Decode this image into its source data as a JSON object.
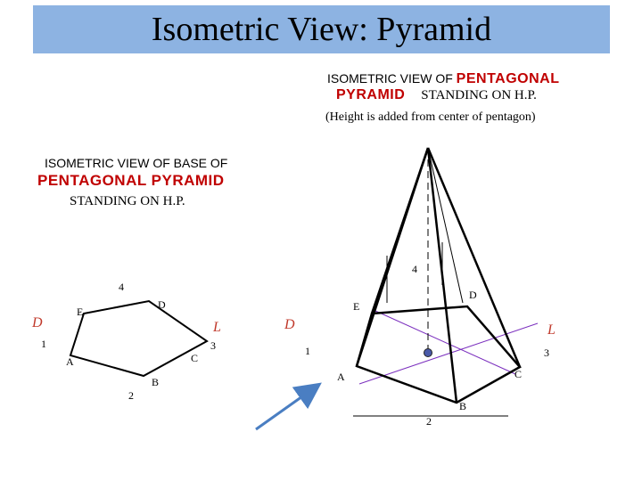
{
  "title": "Isometric View: Pyramid",
  "right_heading": {
    "line1_prefix": "ISOMETRIC VIEW OF",
    "line1_emph": "PENTAGONAL",
    "line2_emph": "PYRAMID",
    "line2_suffix": "STANDING ON H.P.",
    "line3": "(Height is added from center of pentagon)"
  },
  "left_heading": {
    "line1": "ISOMETRIC VIEW OF BASE OF",
    "line2": "PENTAGONAL PYRAMID",
    "line3": "STANDING ON H.P."
  },
  "left_figure_labels": {
    "n4": "4",
    "D": "D",
    "E": "E",
    "d_red": "D",
    "l_red": "L",
    "n1": "1",
    "n3": "3",
    "A": "A",
    "C": "C",
    "n2": "2",
    "B": "B"
  },
  "right_figure_labels": {
    "n4": "4",
    "D": "D",
    "E": "E",
    "d_red": "D",
    "l_red": "L",
    "n1": "1",
    "n3": "3",
    "A": "A",
    "C": "C",
    "n2": "2",
    "B": "B"
  },
  "colors": {
    "title_bar": "#8db3e2",
    "red_text": "#c00000",
    "center_lines": "#7b2fbe",
    "arrow": "#4a7ec2",
    "center_dot": "#4a5aa8"
  }
}
